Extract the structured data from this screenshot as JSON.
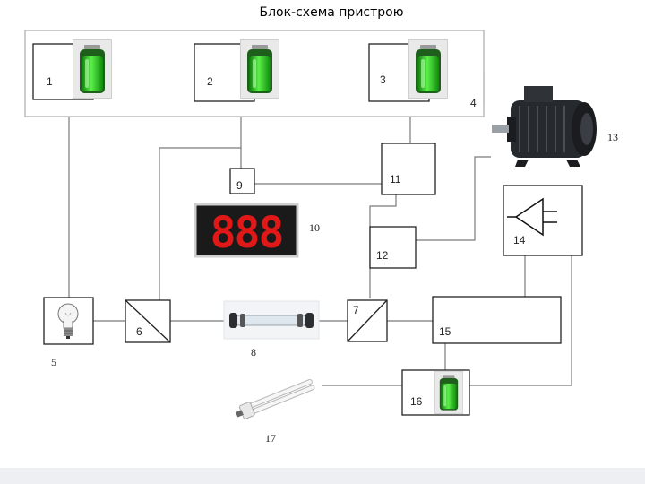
{
  "title": "Блок-схема пристрою",
  "labels": {
    "n1": "1",
    "n2": "2",
    "n3": "3",
    "n4": "4",
    "n5": "5",
    "n6": "6",
    "n7": "7",
    "n8": "8",
    "n9": "9",
    "n10": "10",
    "n11": "11",
    "n12": "12",
    "n13": "13",
    "n14": "14",
    "n15": "15",
    "n16": "16",
    "n17": "17"
  },
  "display_text": "888",
  "colors": {
    "battery": "#22b518",
    "display_bg": "#1a1a1a",
    "display_digits": "#e01818",
    "motor": "#202428",
    "lines": "#7a7a7a"
  },
  "icons": [
    "battery-icon",
    "light-bulb-icon",
    "tube-lamp-icon",
    "cfl-lamp-icon",
    "electric-motor-icon",
    "amplifier-icon",
    "led-display-icon"
  ]
}
